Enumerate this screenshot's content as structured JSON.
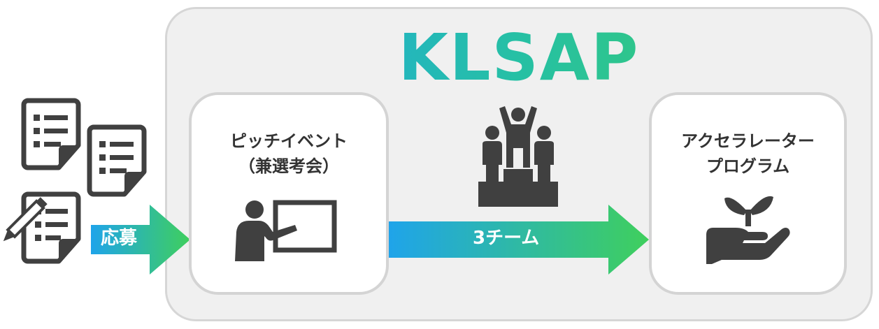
{
  "title": "KLSAP",
  "apply_label": "応募",
  "pitch_event": {
    "line1": "ピッチイベント",
    "line2": "（兼選考会）"
  },
  "teams_label": "3チーム",
  "accelerator": {
    "line1": "アクセラレーター",
    "line2": "プログラム"
  },
  "colors": {
    "gradient_start": "#1fa4ea",
    "gradient_mid": "#26c0a4",
    "gradient_end": "#3fcf5d",
    "icon_gray": "#404040",
    "box_fill": "#f0f0f0",
    "box_border": "#d6d6d6"
  },
  "icons": [
    "document-icon",
    "document-pen-icon",
    "presenter-icon",
    "podium-winners-icon",
    "sprout-in-hand-icon"
  ]
}
